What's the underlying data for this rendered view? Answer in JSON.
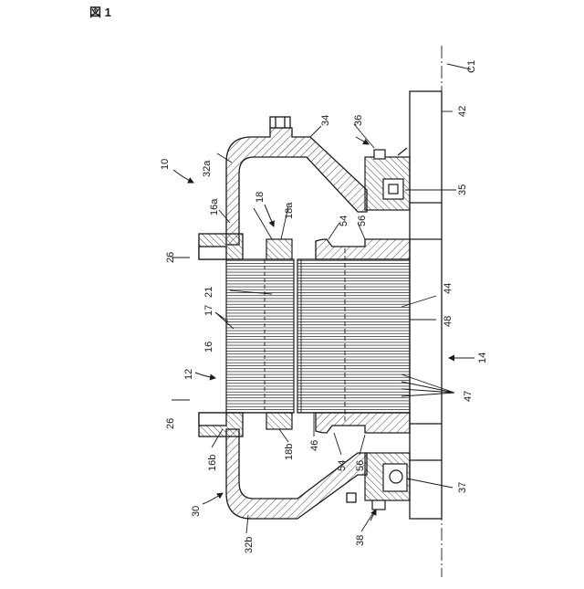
{
  "figure": {
    "title": "図 1",
    "labels": {
      "l10": "10",
      "l12": "12",
      "l14": "14",
      "l16": "16",
      "l16a": "16a",
      "l16b": "16b",
      "l17": "17",
      "l18": "18",
      "l18a": "18a",
      "l18b": "18b",
      "l21": "21",
      "l26_top": "26",
      "l26_bottom": "26",
      "l30": "30",
      "l32a": "32a",
      "l32b": "32b",
      "l34": "34",
      "l35": "35",
      "l36": "36",
      "l37": "37",
      "l38": "38",
      "l42": "42",
      "l44": "44",
      "l46": "46",
      "l47": "47",
      "l48": "48",
      "l54_top": "54",
      "l54_bottom": "54",
      "l56_top": "56",
      "l56_bottom": "56",
      "lC1": "C1"
    }
  },
  "colors": {
    "stroke": "#1a1a1a",
    "background": "#ffffff"
  }
}
